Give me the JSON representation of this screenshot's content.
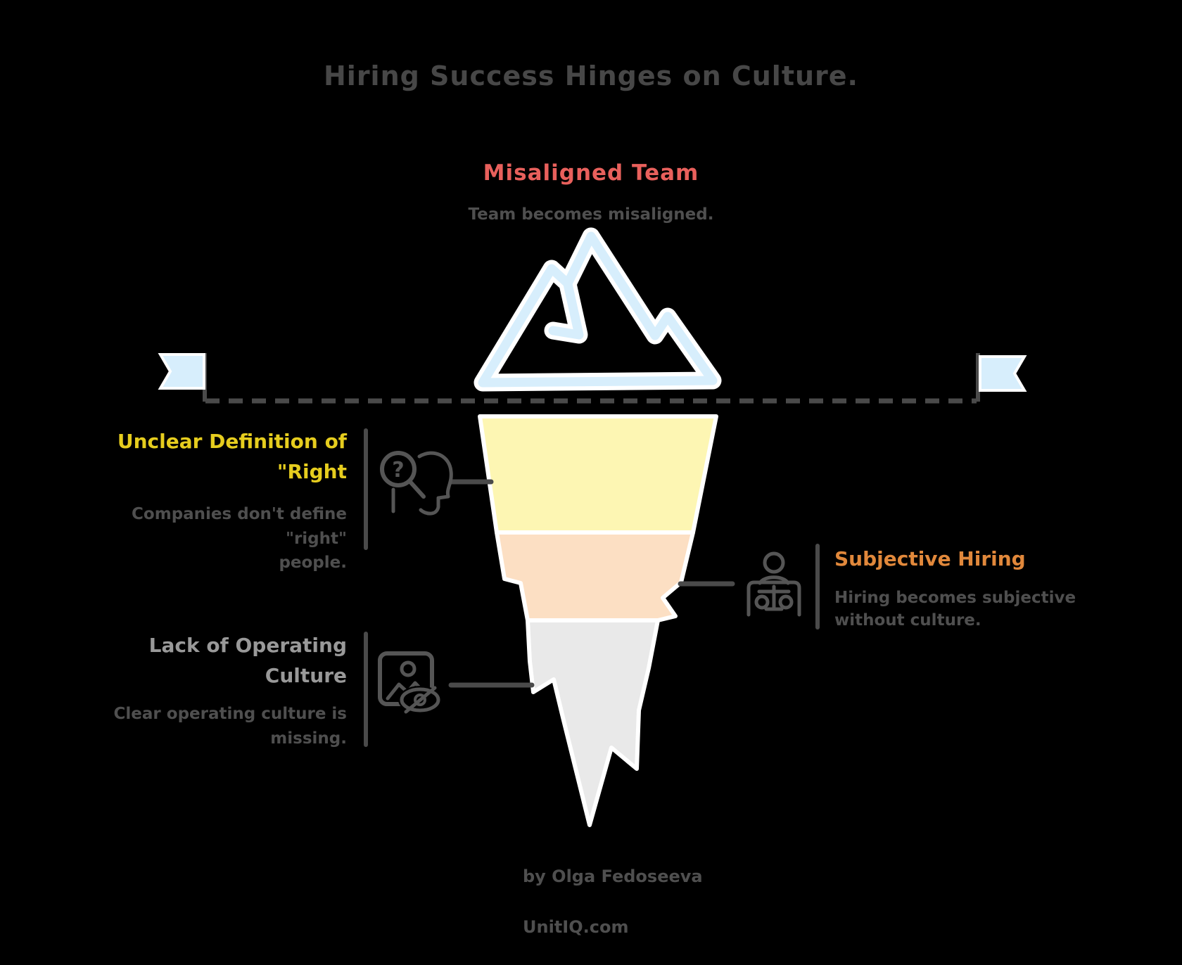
{
  "title": "Hiring Success Hinges on Culture.",
  "colors": {
    "background": "#000000",
    "title_text": "#474747",
    "body_text": "#4f4f4f",
    "muted_heading": "#999999",
    "red_heading": "#e8605c",
    "yellow_heading": "#e6cd1e",
    "orange_heading": "#e1883b",
    "ice_blue": "#d7eefc",
    "level_yellow": "#fdf6b3",
    "level_peach": "#fcdfc3",
    "level_gray": "#e9e9e9",
    "line_gray": "#4a4a4a",
    "icon_gray": "#555555",
    "white": "#ffffff"
  },
  "callouts": {
    "misaligned": {
      "heading": "Misaligned Team",
      "body": "Team becomes misaligned."
    },
    "unclear": {
      "heading": "Unclear Definition of\n\"Right",
      "body": "Companies don't define \"right\"\npeople."
    },
    "lack": {
      "heading": "Lack of Operating\nCulture",
      "body": "Clear operating culture is\nmissing."
    },
    "subjective": {
      "heading": "Subjective Hiring",
      "body": "Hiring becomes subjective\nwithout culture."
    }
  },
  "iceberg": {
    "above_water_label": "Misaligned Team",
    "levels": [
      {
        "label": "Unclear Definition of \"Right",
        "color": "#fdf6b3"
      },
      {
        "label": "Subjective Hiring",
        "color": "#fcdfc3"
      },
      {
        "label": "Lack of Operating Culture",
        "color": "#e9e9e9"
      }
    ]
  },
  "icons": {
    "question_glyph": "?"
  },
  "footer": {
    "byline": "by Olga Fedoseeva",
    "site": "UnitIQ.com"
  }
}
